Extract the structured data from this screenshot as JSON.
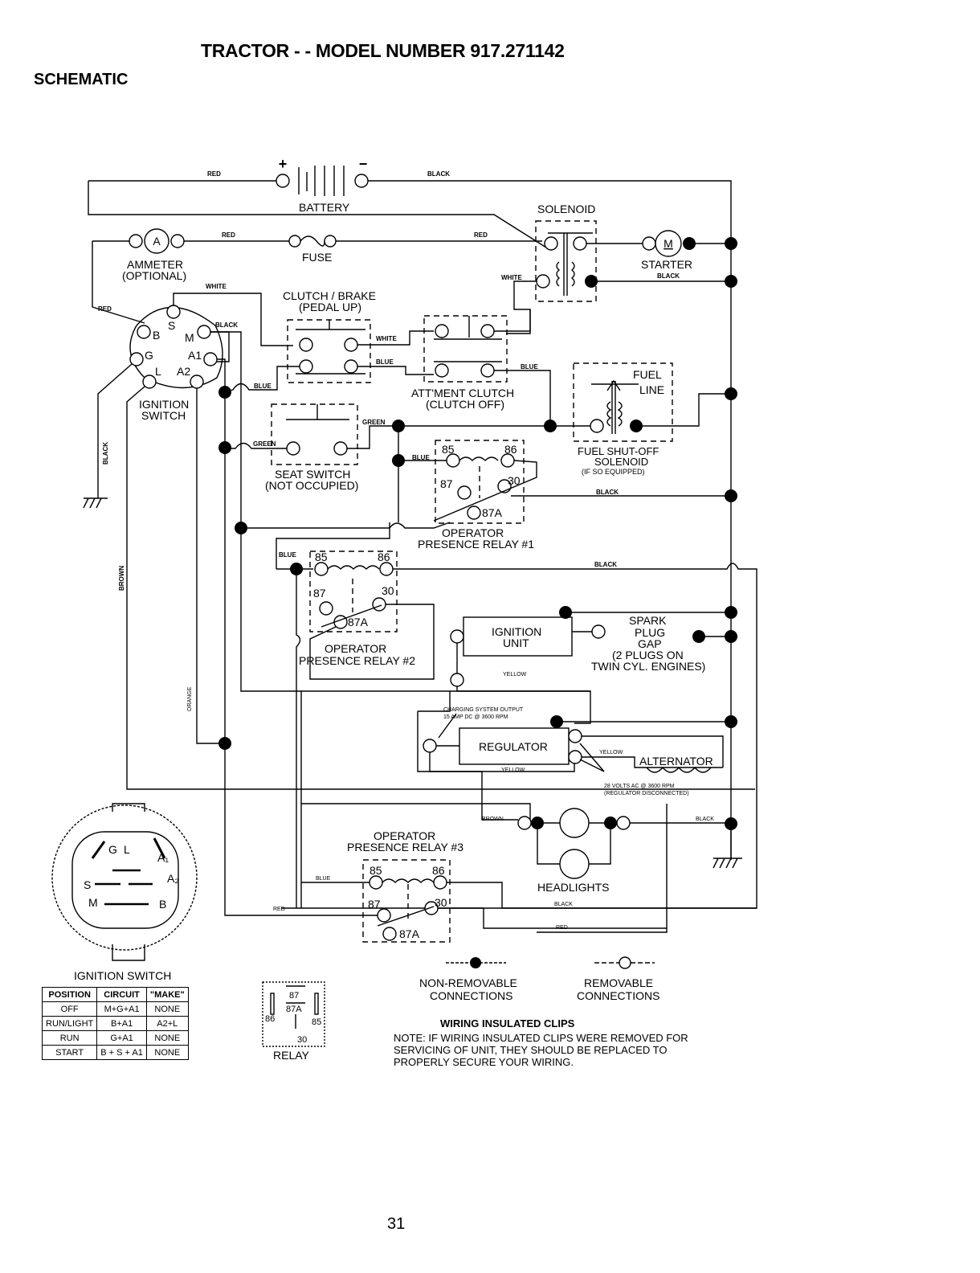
{
  "header": {
    "title": "TRACTOR - - MODEL NUMBER 917.271142",
    "section": "SCHEMATIC"
  },
  "components": {
    "battery": "BATTERY",
    "battery_plus": "+",
    "battery_minus": "−",
    "ammeter": "AMMETER",
    "ammeter_note": "(OPTIONAL)",
    "ammeter_symbol": "A",
    "fuse": "FUSE",
    "solenoid": "SOLENOID",
    "starter": "STARTER",
    "starter_symbol": "M",
    "clutch_brake": "CLUTCH / BRAKE",
    "clutch_brake_note": "(PEDAL UP)",
    "attment_clutch": "ATT'MENT CLUTCH",
    "attment_clutch_note": "(CLUTCH OFF)",
    "fuel_line_1": "FUEL",
    "fuel_line_2": "LINE",
    "fuel_solenoid_1": "FUEL SHUT-OFF",
    "fuel_solenoid_2": "SOLENOID",
    "fuel_solenoid_note": "(IF SO EQUIPPED)",
    "ignition_switch_1": "IGNITION",
    "ignition_switch_2": "SWITCH",
    "seat_switch": "SEAT SWITCH",
    "seat_switch_note": "(NOT OCCUPIED)",
    "relay1_1": "OPERATOR",
    "relay1_2": "PRESENCE RELAY #1",
    "relay2_1": "OPERATOR",
    "relay2_2": "PRESENCE RELAY #2",
    "relay3_1": "OPERATOR",
    "relay3_2": "PRESENCE RELAY #3",
    "ignition_unit_1": "IGNITION",
    "ignition_unit_2": "UNIT",
    "spark_1": "SPARK",
    "spark_2": "PLUG",
    "spark_3": "GAP",
    "spark_4": "(2 PLUGS ON",
    "spark_5": "TWIN CYL. ENGINES)",
    "regulator": "REGULATOR",
    "alternator": "ALTERNATOR",
    "charging_1": "CHARGING SYSTEM OUTPUT",
    "charging_2": "15 AMP DC @ 3600 RPM",
    "ac_1": "28 VOLTS AC @ 3600 RPM",
    "ac_2": "(REGULATOR DISCONNECTED)",
    "headlights": "HEADLIGHTS"
  },
  "ignition_terminals": [
    "S",
    "B",
    "M",
    "G",
    "A1",
    "L",
    "A2"
  ],
  "relay_pins": {
    "p85": "85",
    "p86": "86",
    "p87": "87",
    "p30": "30",
    "p87a": "87A"
  },
  "wires": {
    "red": "RED",
    "black": "BLACK",
    "white": "WHITE",
    "blue": "BLUE",
    "green": "GREEN",
    "brown": "BROWN",
    "orange": "ORANGE",
    "yellow": "YELLOW"
  },
  "switch_face": {
    "G": "G",
    "L": "L",
    "A1": "A₁",
    "A2": "A₂",
    "S": "S",
    "M": "M",
    "B": "B"
  },
  "ignition_table": {
    "title": "IGNITION SWITCH",
    "headers": [
      "POSITION",
      "CIRCUIT",
      "\"MAKE\""
    ],
    "rows": [
      [
        "OFF",
        "M+G+A1",
        "NONE"
      ],
      [
        "RUN/LIGHT",
        "B+A1",
        "A2+L"
      ],
      [
        "RUN",
        "G+A1",
        "NONE"
      ],
      [
        "START",
        "B + S + A1",
        "NONE"
      ]
    ]
  },
  "relay_legend": {
    "label": "RELAY",
    "p87": "87",
    "p87a": "87A",
    "p86": "86",
    "p85": "85",
    "p30": "30"
  },
  "legend": {
    "non_removable_1": "NON-REMOVABLE",
    "non_removable_2": "CONNECTIONS",
    "removable_1": "REMOVABLE",
    "removable_2": "CONNECTIONS",
    "clips_title": "WIRING INSULATED CLIPS",
    "note_1": "NOTE: IF WIRING INSULATED CLIPS WERE REMOVED FOR",
    "note_2": "SERVICING OF UNIT, THEY SHOULD BE REPLACED TO",
    "note_3": "PROPERLY SECURE YOUR WIRING."
  },
  "page_number": "31"
}
